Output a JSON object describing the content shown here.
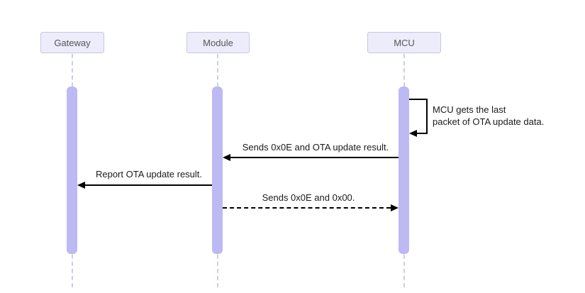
{
  "diagram": {
    "participants": [
      {
        "label": "Gateway"
      },
      {
        "label": "Module"
      },
      {
        "label": "MCU"
      }
    ],
    "messages": [
      {
        "label": "Sends 0x0E and OTA update result.",
        "from": "MCU",
        "to": "Module",
        "style": "solid"
      },
      {
        "label": "Report OTA update result.",
        "from": "Module",
        "to": "Gateway",
        "style": "solid"
      },
      {
        "label": "Sends 0x0E and 0x00.",
        "from": "Module",
        "to": "MCU",
        "style": "dashed"
      }
    ],
    "self_message": {
      "participant": "MCU",
      "line1": "MCU gets the last",
      "line2": "packet of OTA update data."
    },
    "colors": {
      "participant_fill": "#ECECFB",
      "participant_border": "#C9C6E4",
      "activation_fill": "#BDB9F2",
      "lifeline": "#CECEDE",
      "arrow": "#000000"
    }
  }
}
